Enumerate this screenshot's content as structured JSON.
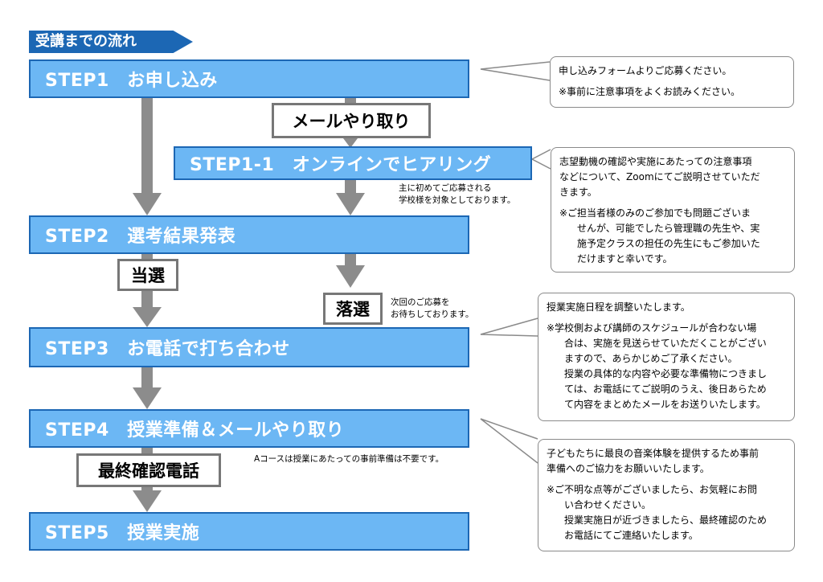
{
  "header": {
    "title": "受講までの流れ"
  },
  "steps": {
    "step1": "STEP1　お申し込み",
    "step1_1": "STEP1-1　オンラインでヒアリング",
    "step2": "STEP2　選考結果発表",
    "step3": "STEP3　お電話で打ち合わせ",
    "step4": "STEP4　授業準備＆メールやり取り",
    "step5": "STEP5　授業実施"
  },
  "labels": {
    "mail": "メールやり取り",
    "pass": "当選",
    "fail": "落選",
    "final_call": "最終確認電話"
  },
  "notes": {
    "hearing_1": "主に初めてご応募される",
    "hearing_2": "学校様を対象としております。",
    "fail_1": "次回のご応募を",
    "fail_2": "お待ちしております。",
    "course_a": "Aコースは授業にあたっての事前準備は不要です。"
  },
  "callouts": {
    "c1": {
      "line1": "申し込みフォームよりご応募ください。",
      "line2": "※事前に注意事項をよくお読みください。"
    },
    "c2": {
      "line1": "志望動機の確認や実施にあたっての注意事項",
      "line2": "などについて、Zoomにてご説明させていただ",
      "line3": "きます。",
      "line4": "※ご担当者様のみのご参加でも問題ございま",
      "line5": "せんが、可能でしたら管理職の先生や、実",
      "line6": "施予定クラスの担任の先生にもご参加いた",
      "line7": "だけますと幸いです。"
    },
    "c3": {
      "line1": "授業実施日程を調整いたします。",
      "line2": "※学校側および講師のスケジュールが合わない場",
      "line3": "合は、実施を見送らせていただくことがござい",
      "line4": "ますので、あらかじめご了承ください。",
      "line5": "授業の具体的な内容や必要な準備物につきまし",
      "line6": "ては、お電話にてご説明のうえ、後日あらため",
      "line7": "て内容をまとめたメールをお送りいたします。"
    },
    "c4": {
      "line1": "子どもたちに最良の音楽体験を提供するため事前",
      "line2": "準備へのご協力をお願いいたします。",
      "line3": "※ご不明な点等がございましたら、お気軽にお問",
      "line4": "い合わせください。",
      "line5": "授業実施日が近づきましたら、最終確認のため",
      "line6": "お電話にてご連絡いたします。"
    }
  }
}
